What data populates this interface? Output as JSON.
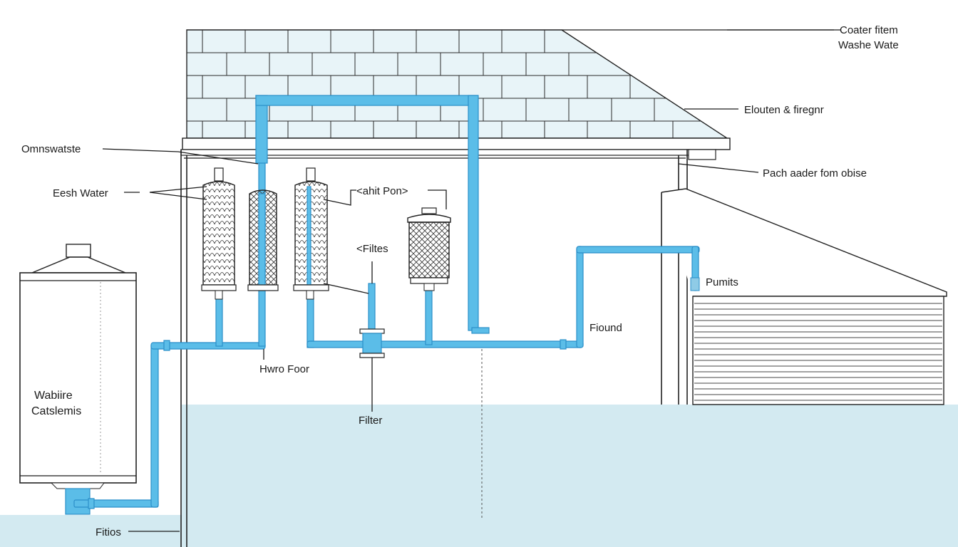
{
  "diagram": {
    "colors": {
      "pipe": "#5bbde8",
      "pipe_outline": "#2b8fc9",
      "ground": "#d3eaf1",
      "brick_wall": "#e8f4f8",
      "line": "#1a1a1a"
    },
    "labels": {
      "coater_filter": "Coater fitem",
      "washe_water": "Washe Wate",
      "elouten": "Elouten & firegnr",
      "pach_aader": "Pach aader fom obise",
      "omnswatste": "Omnswatste",
      "eesh_water": "Eesh Water",
      "ehit_pont": "<ahit Pon>",
      "filtes_top": "<Filtes",
      "pumits": "Pumits",
      "fiound": "Fiound",
      "hwro_foor": "Hwro Foor",
      "filter_bottom": "Filter",
      "tank_line1": "Wabiire",
      "tank_line2": "Catslemis",
      "fitios": "Fitios"
    },
    "components": [
      {
        "name": "storage-tank",
        "label_ref": "tank_line1"
      },
      {
        "name": "cartridge-filter-1"
      },
      {
        "name": "cartridge-filter-2"
      },
      {
        "name": "cartridge-filter-3"
      },
      {
        "name": "mesh-filter-canister"
      },
      {
        "name": "inline-filter-valve"
      },
      {
        "name": "pump-fitting"
      },
      {
        "name": "garage-shed"
      },
      {
        "name": "brick-house-wall"
      }
    ]
  }
}
